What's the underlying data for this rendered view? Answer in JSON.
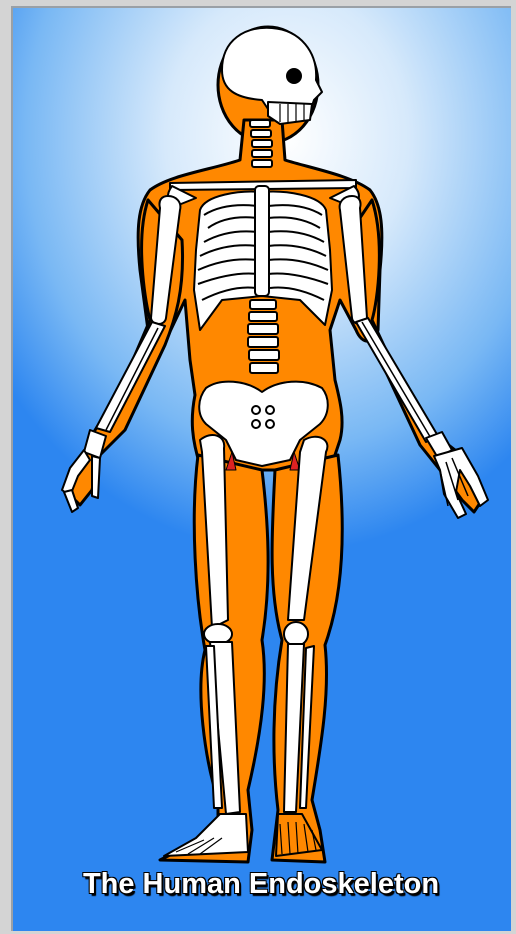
{
  "caption": "The Human Endoskeleton",
  "colors": {
    "body_fill": "#ff8800",
    "bone": "#ffffff",
    "outline": "#000000",
    "background_center": "#ffffff",
    "background_edge": "#2d86f0"
  },
  "parts": [
    "skull",
    "jaw",
    "spine",
    "clavicles",
    "rib-cage",
    "sternum",
    "pelvis",
    "humerus",
    "forearm",
    "hand",
    "femur",
    "patella",
    "tibia",
    "foot"
  ]
}
